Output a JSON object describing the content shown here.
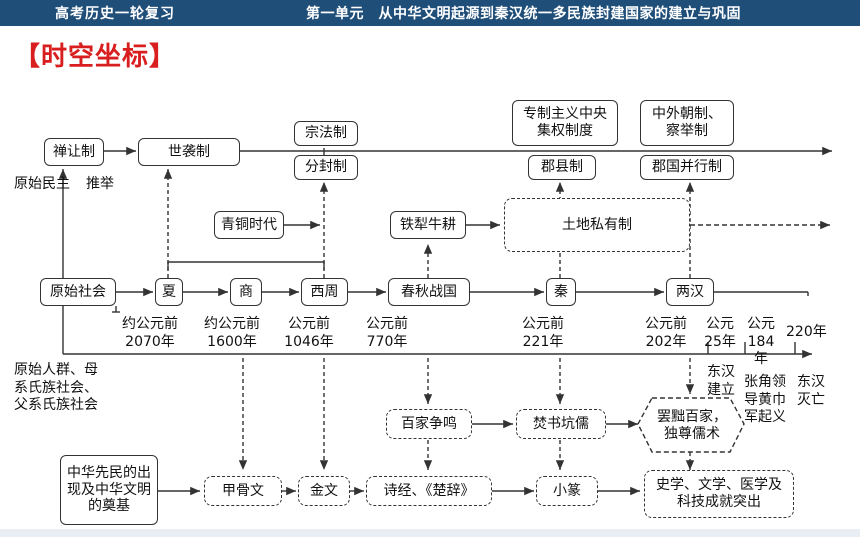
{
  "header": {
    "left": "高考历史一轮复习",
    "right": "第一单元　从中华文明起源到秦汉统一多民族封建国家的建立与巩固"
  },
  "section_title": "【时空坐标】",
  "row1": {
    "shanrang": "禅让制",
    "shixi": "世袭制",
    "zongfa": "宗法制",
    "fenfeng": "分封制",
    "zhuanzhi": "专制主义中央集权制度",
    "junxian": "郡县制",
    "chaozhi": "中外朝制、察举制",
    "junguo": "郡国并行制"
  },
  "side_labels": {
    "yuanshi_minzhu": "原始民主",
    "tuiju": "推举"
  },
  "row2": {
    "qingtong": "青铜时代",
    "tieli": "铁犁牛耕",
    "tudi": "土地私有制"
  },
  "timeline": {
    "yuanshi": "原始社会",
    "xia": "夏",
    "shang": "商",
    "xizhou": "西周",
    "chunqiu": "春秋战国",
    "qin": "秦",
    "lianghan": "两汉"
  },
  "dates": {
    "d1": "约公元前2070年",
    "d2": "约公元前1600年",
    "d3": "公元前1046年",
    "d4": "公元前770年",
    "d5": "公元前221年",
    "d6": "公元前202年",
    "d7": "公元25年",
    "d8": "公元184年",
    "d9": "220年"
  },
  "events": {
    "donghan_jianli": "东汉建立",
    "huangjin": "张角领导黄巾军起义",
    "donghan_miewang": "东汉灭亡"
  },
  "social": "原始人群、母系氏族社会、父系氏族社会",
  "thought": {
    "baijia": "百家争鸣",
    "fenshu": "焚书坑儒",
    "bachu": "罢黜百家，独尊儒术"
  },
  "culture": {
    "origin": "中华先民的出现及中华文明的奠基",
    "jiagu": "甲骨文",
    "jinwen": "金文",
    "shijing": "诗经、《楚辞》",
    "xiaozhuan": "小篆",
    "science": "史学、文学、医学及科技成就突出"
  },
  "colors": {
    "header_bg": "#1f4e79",
    "title_red": "#d81e1e"
  }
}
